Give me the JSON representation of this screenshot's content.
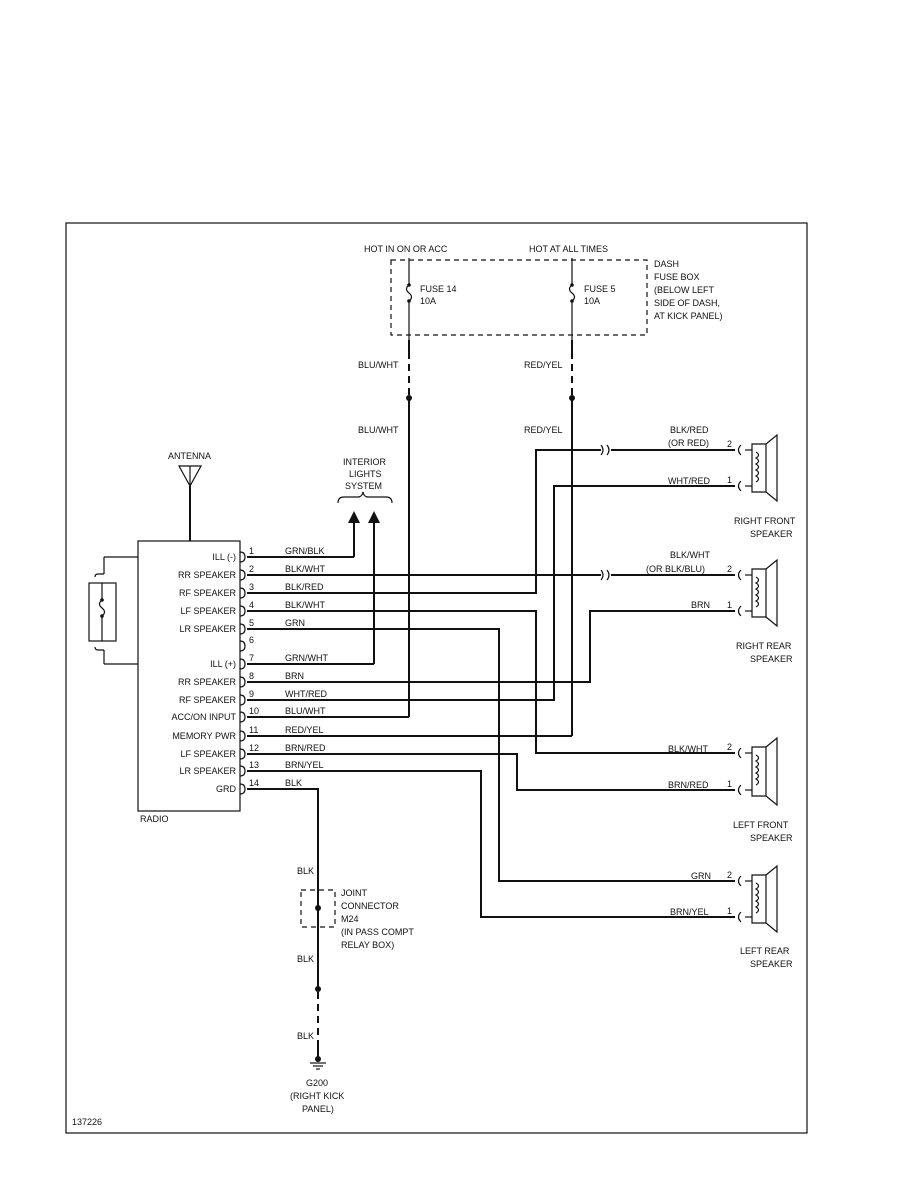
{
  "diagram_id": "137226",
  "fusebox": {
    "hot_acc_label": "HOT IN ON OR ACC",
    "hot_always_label": "HOT AT ALL TIMES",
    "fuse14": "FUSE 14",
    "fuse14_amps": "10A",
    "fuse5": "FUSE 5",
    "fuse5_amps": "10A",
    "box_label": [
      "DASH",
      "FUSE BOX",
      "(BELOW LEFT",
      "SIDE OF DASH,",
      "AT KICK PANEL)"
    ]
  },
  "feed_wires": {
    "blu_wht_upper": "BLU/WHT",
    "red_yel_upper": "RED/YEL",
    "blu_wht_lower": "BLU/WHT",
    "red_yel_lower": "RED/YEL"
  },
  "antenna": "ANTENNA",
  "interior_lights": [
    "INTERIOR",
    "LIGHTS",
    "SYSTEM"
  ],
  "radio": {
    "label": "RADIO",
    "pins": [
      {
        "num": "1",
        "name": "ILL (-)",
        "wire": "GRN/BLK"
      },
      {
        "num": "2",
        "name": "RR SPEAKER",
        "wire": "BLK/WHT"
      },
      {
        "num": "3",
        "name": "RF SPEAKER",
        "wire": "BLK/RED"
      },
      {
        "num": "4",
        "name": "LF SPEAKER",
        "wire": "BLK/WHT"
      },
      {
        "num": "5",
        "name": "LR SPEAKER",
        "wire": "GRN"
      },
      {
        "num": "6",
        "name": "",
        "wire": ""
      },
      {
        "num": "7",
        "name": "ILL (+)",
        "wire": "GRN/WHT"
      },
      {
        "num": "8",
        "name": "RR SPEAKER",
        "wire": "BRN"
      },
      {
        "num": "9",
        "name": "RF SPEAKER",
        "wire": "WHT/RED"
      },
      {
        "num": "10",
        "name": "ACC/ON INPUT",
        "wire": "BLU/WHT"
      },
      {
        "num": "11",
        "name": "MEMORY PWR",
        "wire": "RED/YEL"
      },
      {
        "num": "12",
        "name": "LF SPEAKER",
        "wire": "BRN/RED"
      },
      {
        "num": "13",
        "name": "LR SPEAKER",
        "wire": "BRN/YEL"
      },
      {
        "num": "14",
        "name": "GRD",
        "wire": "BLK"
      }
    ]
  },
  "speakers": {
    "right_front": {
      "label": [
        "RIGHT FRONT",
        "SPEAKER"
      ],
      "wire2": [
        "BLK/RED",
        "(OR RED)"
      ],
      "wire1": "WHT/RED"
    },
    "right_rear": {
      "label": [
        "RIGHT REAR",
        "SPEAKER"
      ],
      "wire2": [
        "BLK/WHT",
        "(OR BLK/BLU)"
      ],
      "wire1": "BRN"
    },
    "left_front": {
      "label": [
        "LEFT FRONT",
        "SPEAKER"
      ],
      "wire2": "BLK/WHT",
      "wire1": "BRN/RED"
    },
    "left_rear": {
      "label": [
        "LEFT REAR",
        "SPEAKER"
      ],
      "wire2": "GRN",
      "wire1": "BRN/YEL"
    },
    "pin2": "2",
    "pin1": "1"
  },
  "ground": {
    "blk_1": "BLK",
    "blk_2": "BLK",
    "blk_3": "BLK",
    "joint": [
      "JOINT",
      "CONNECTOR",
      "M24",
      "(IN PASS COMPT",
      "RELAY BOX)"
    ],
    "g200": [
      "G200",
      "(RIGHT KICK",
      "PANEL)"
    ]
  }
}
